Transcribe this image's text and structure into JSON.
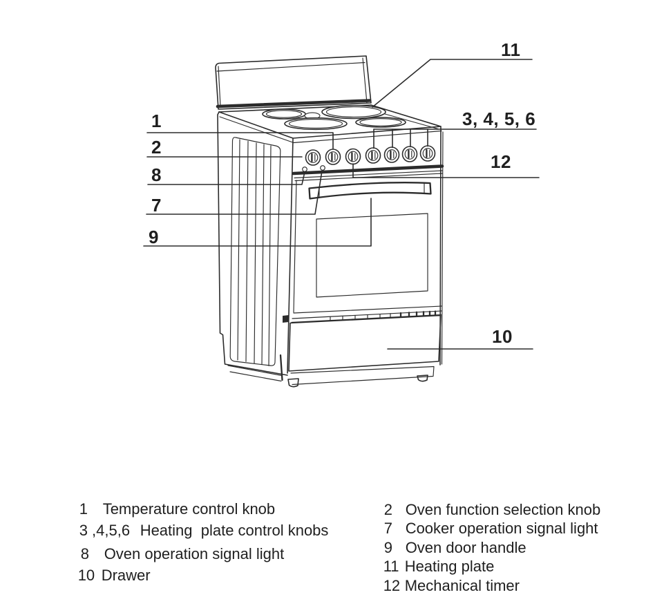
{
  "colors": {
    "line": "#2b2b2b",
    "text": "#1f1f1f",
    "background": "#ffffff"
  },
  "callouts": {
    "c1": "1",
    "c2": "2",
    "c8": "8",
    "c7": "7",
    "c9": "9",
    "c11": "11",
    "c3456": "3, 4, 5, 6",
    "c12": "12",
    "c10": "10"
  },
  "legend": {
    "left": [
      {
        "num": "1",
        "label": "Temperature control knob"
      },
      {
        "num": "3 ,4,5,6",
        "label": "Heating  plate control knobs"
      },
      {
        "num": "8",
        "label": "Oven operation signal light"
      },
      {
        "num": "10",
        "label": "Drawer"
      }
    ],
    "right": [
      {
        "num": "2",
        "label": "Oven function selection knob"
      },
      {
        "num": "7",
        "label": "Cooker operation signal light"
      },
      {
        "num": "9",
        "label": "Oven door handle"
      },
      {
        "num": "11",
        "label": "Heating plate"
      },
      {
        "num": "12",
        "label": "Mechanical timer"
      }
    ]
  }
}
